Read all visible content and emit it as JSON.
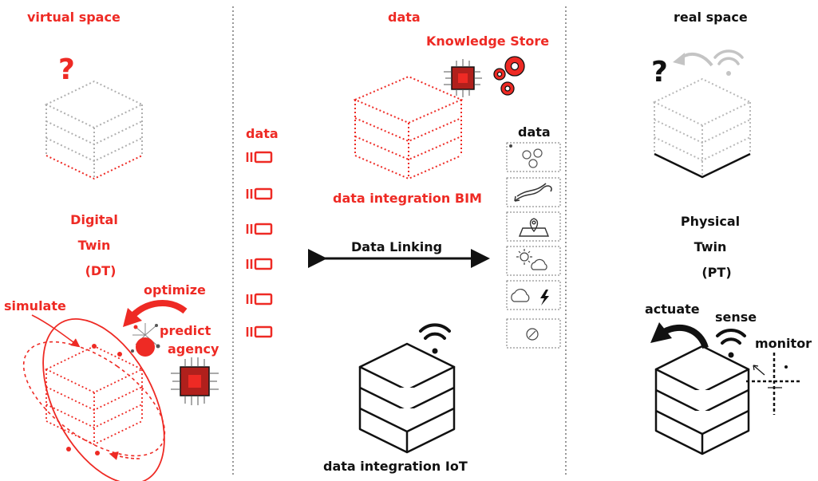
{
  "colors": {
    "accent_red": "#ee2a24",
    "black": "#111111",
    "gray": "#b0b0b0"
  },
  "labels": {
    "virtual_space": "virtual space",
    "data_top": "data",
    "knowledge_store": "Knowledge Store",
    "real_space": "real space",
    "data_left": "data",
    "data_right": "data",
    "bim": "data integration BIM",
    "data_linking": "Data Linking",
    "iot": "data integration IoT",
    "dt_line1": "Digital",
    "dt_line2": "Twin",
    "dt_line3": "(DT)",
    "pt_line1": "Physical",
    "pt_line2": "Twin",
    "pt_line3": "(PT)",
    "optimize": "optimize",
    "simulate": "simulate",
    "predict": "predict",
    "agency": "agency",
    "actuate": "actuate",
    "sense": "sense",
    "monitor": "monitor",
    "question_mark": "?"
  },
  "data_stream_icons": [
    "battery-like-icon",
    "battery-like-icon",
    "battery-like-icon",
    "battery-like-icon",
    "battery-like-icon",
    "battery-like-icon"
  ],
  "data_category_icons": [
    "particles-icon",
    "wind-icon",
    "map-pin-icon",
    "sun-cloud-icon",
    "storm-icon",
    "compass-icon"
  ]
}
